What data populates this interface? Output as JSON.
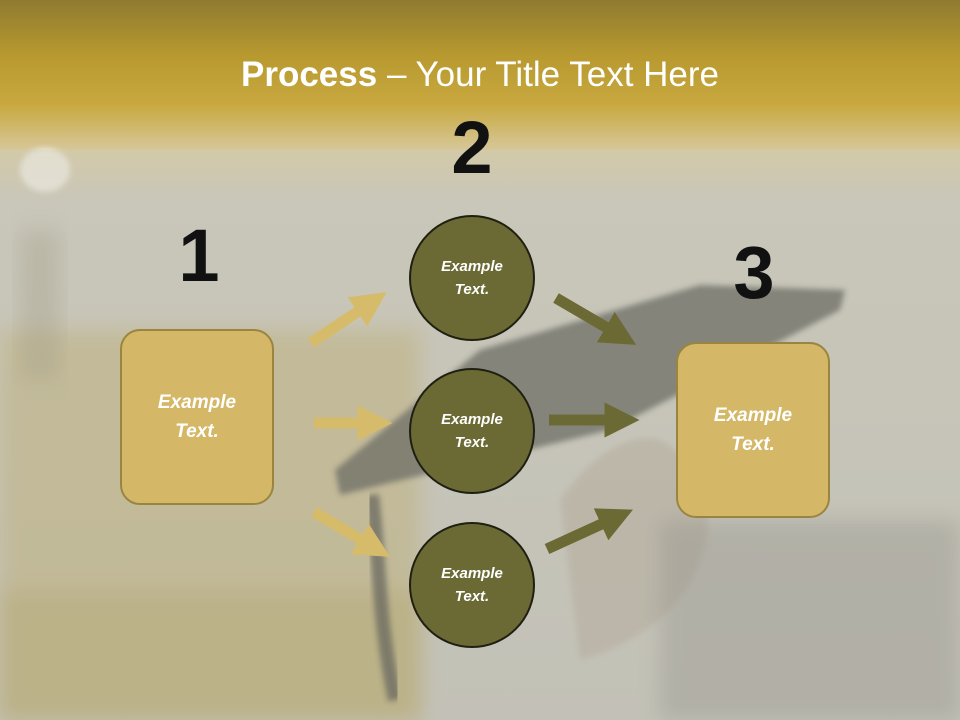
{
  "title": {
    "bold": "Process",
    "rest": " – Your Title Text Here"
  },
  "steps": [
    {
      "number": "1",
      "text": "Example Text."
    },
    {
      "number": "2",
      "circles": [
        "Example Text.",
        "Example Text.",
        "Example Text."
      ]
    },
    {
      "number": "3",
      "text": "Example Text."
    }
  ],
  "colors": {
    "box_fill": "#d4b867",
    "circle_fill": "#6b6a35",
    "arrow_gold": "#d6bc6a",
    "arrow_olive": "#6b6a35"
  },
  "icons": {
    "arrow": "arrow-right-icon"
  }
}
